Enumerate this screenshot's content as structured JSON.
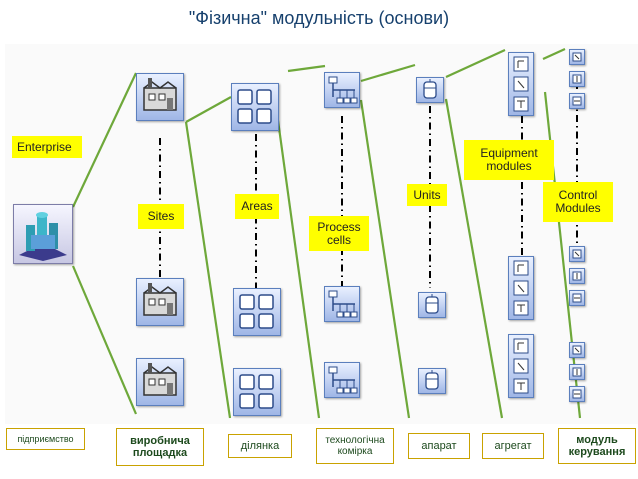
{
  "title": "\"Фізична\" модульність (основи)",
  "levels": {
    "enterprise": "Enterprise",
    "sites": "Sites",
    "areas": "Areas",
    "process_cells": "Process cells",
    "units": "Units",
    "equipment_modules": "Equipment modules",
    "control_modules": "Control Modules"
  },
  "bottom_labels": {
    "enterprise": "підприємство",
    "sites": "виробнича площадка",
    "areas": "ділянка",
    "process_cells": "технологічна комірка",
    "units": "апарат",
    "equipment_modules": "агрегат",
    "control_modules": "модуль керування"
  },
  "icons": {
    "enterprise": "enterprise-building-icon",
    "site": "factory-icon",
    "area": "area-grid-icon",
    "process_cell": "process-cell-network-icon",
    "unit": "unit-vessel-icon",
    "equipment_module": "equipment-module-stack-icon",
    "control_module": "control-module-device-icon"
  },
  "colors": {
    "title": "#16406d",
    "label_background": "#ffff00",
    "connector_line": "#6ea83a",
    "bottom_label_border": "#c9a200",
    "bottom_label_text": "#1d4a1d",
    "icon_fill": "#9fb6e6"
  }
}
